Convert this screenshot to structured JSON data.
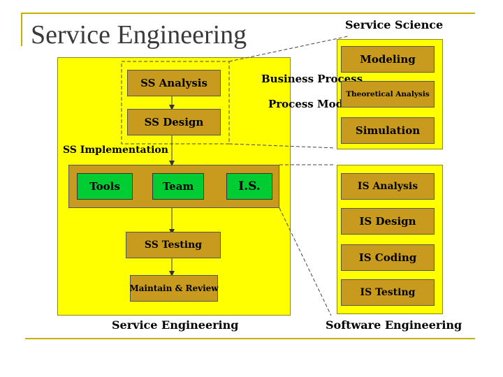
{
  "slide": {
    "title": "Service Engineering",
    "accent_color": "#c8b000",
    "panel_color": "#ffff00",
    "box_color": "#c89a1e",
    "green_color": "#00cc33"
  },
  "service_engineering": {
    "caption": "Service Engineering",
    "ss_analysis": "SS Analysis",
    "ss_design": "SS Design",
    "ss_implementation": "SS Implementation",
    "tools": "Tools",
    "team": "Team",
    "is": "I.S.",
    "ss_testing": "SS Testing",
    "maintain_review": "Maintain & Review",
    "business_process_line1": "Business Process",
    "business_process_line2": "Process Model"
  },
  "service_science": {
    "caption": "Service Science",
    "modeling": "Modeling",
    "theoretical_analysis": "Theoretical Analysis",
    "simulation": "Simulation"
  },
  "software_engineering": {
    "caption": "Software Engineering",
    "is_analysis": "IS Analysis",
    "is_design": "IS Design",
    "is_coding": "IS Coding",
    "is_testing": "IS Testing"
  }
}
